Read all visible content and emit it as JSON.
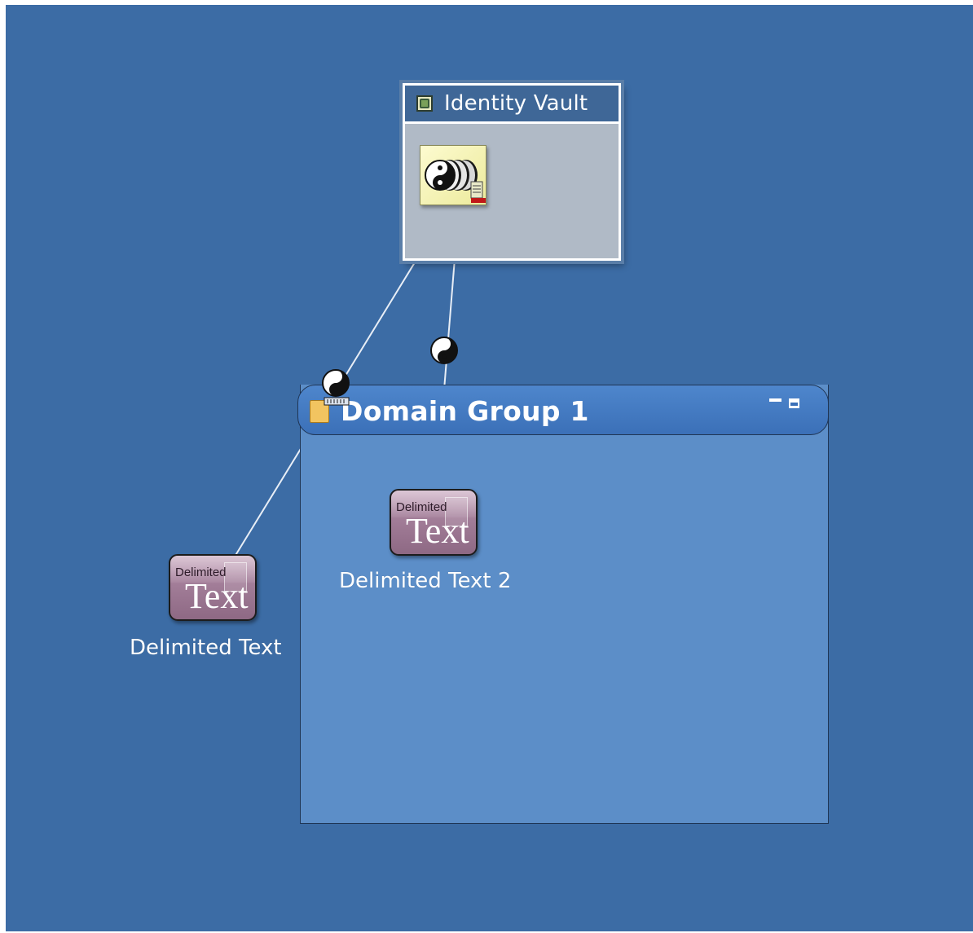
{
  "vault": {
    "title": "Identity Vault",
    "title_icon": "vault-icon",
    "app_icon": "identity-vault-servers-icon"
  },
  "domain_group": {
    "title": "Domain Group 1",
    "icon": "folder-icon",
    "controls": [
      "minimize-icon",
      "maximize-icon"
    ]
  },
  "drivers": [
    {
      "icon_small_text": "Delimited",
      "icon_big_text": "Text",
      "label": "Delimited Text"
    },
    {
      "icon_small_text": "Delimited",
      "icon_big_text": "Text",
      "label": "Delimited Text 2"
    }
  ],
  "connector_badge_icon": "yin-yang-icon",
  "colors": {
    "canvas": "#3c6ca5",
    "vault_body": "#b0bac6",
    "vault_titlebar": "#3f6797",
    "group_body": "#5c8ec8",
    "group_header": "#4e86cc",
    "driver_icon": "#a27d98"
  }
}
